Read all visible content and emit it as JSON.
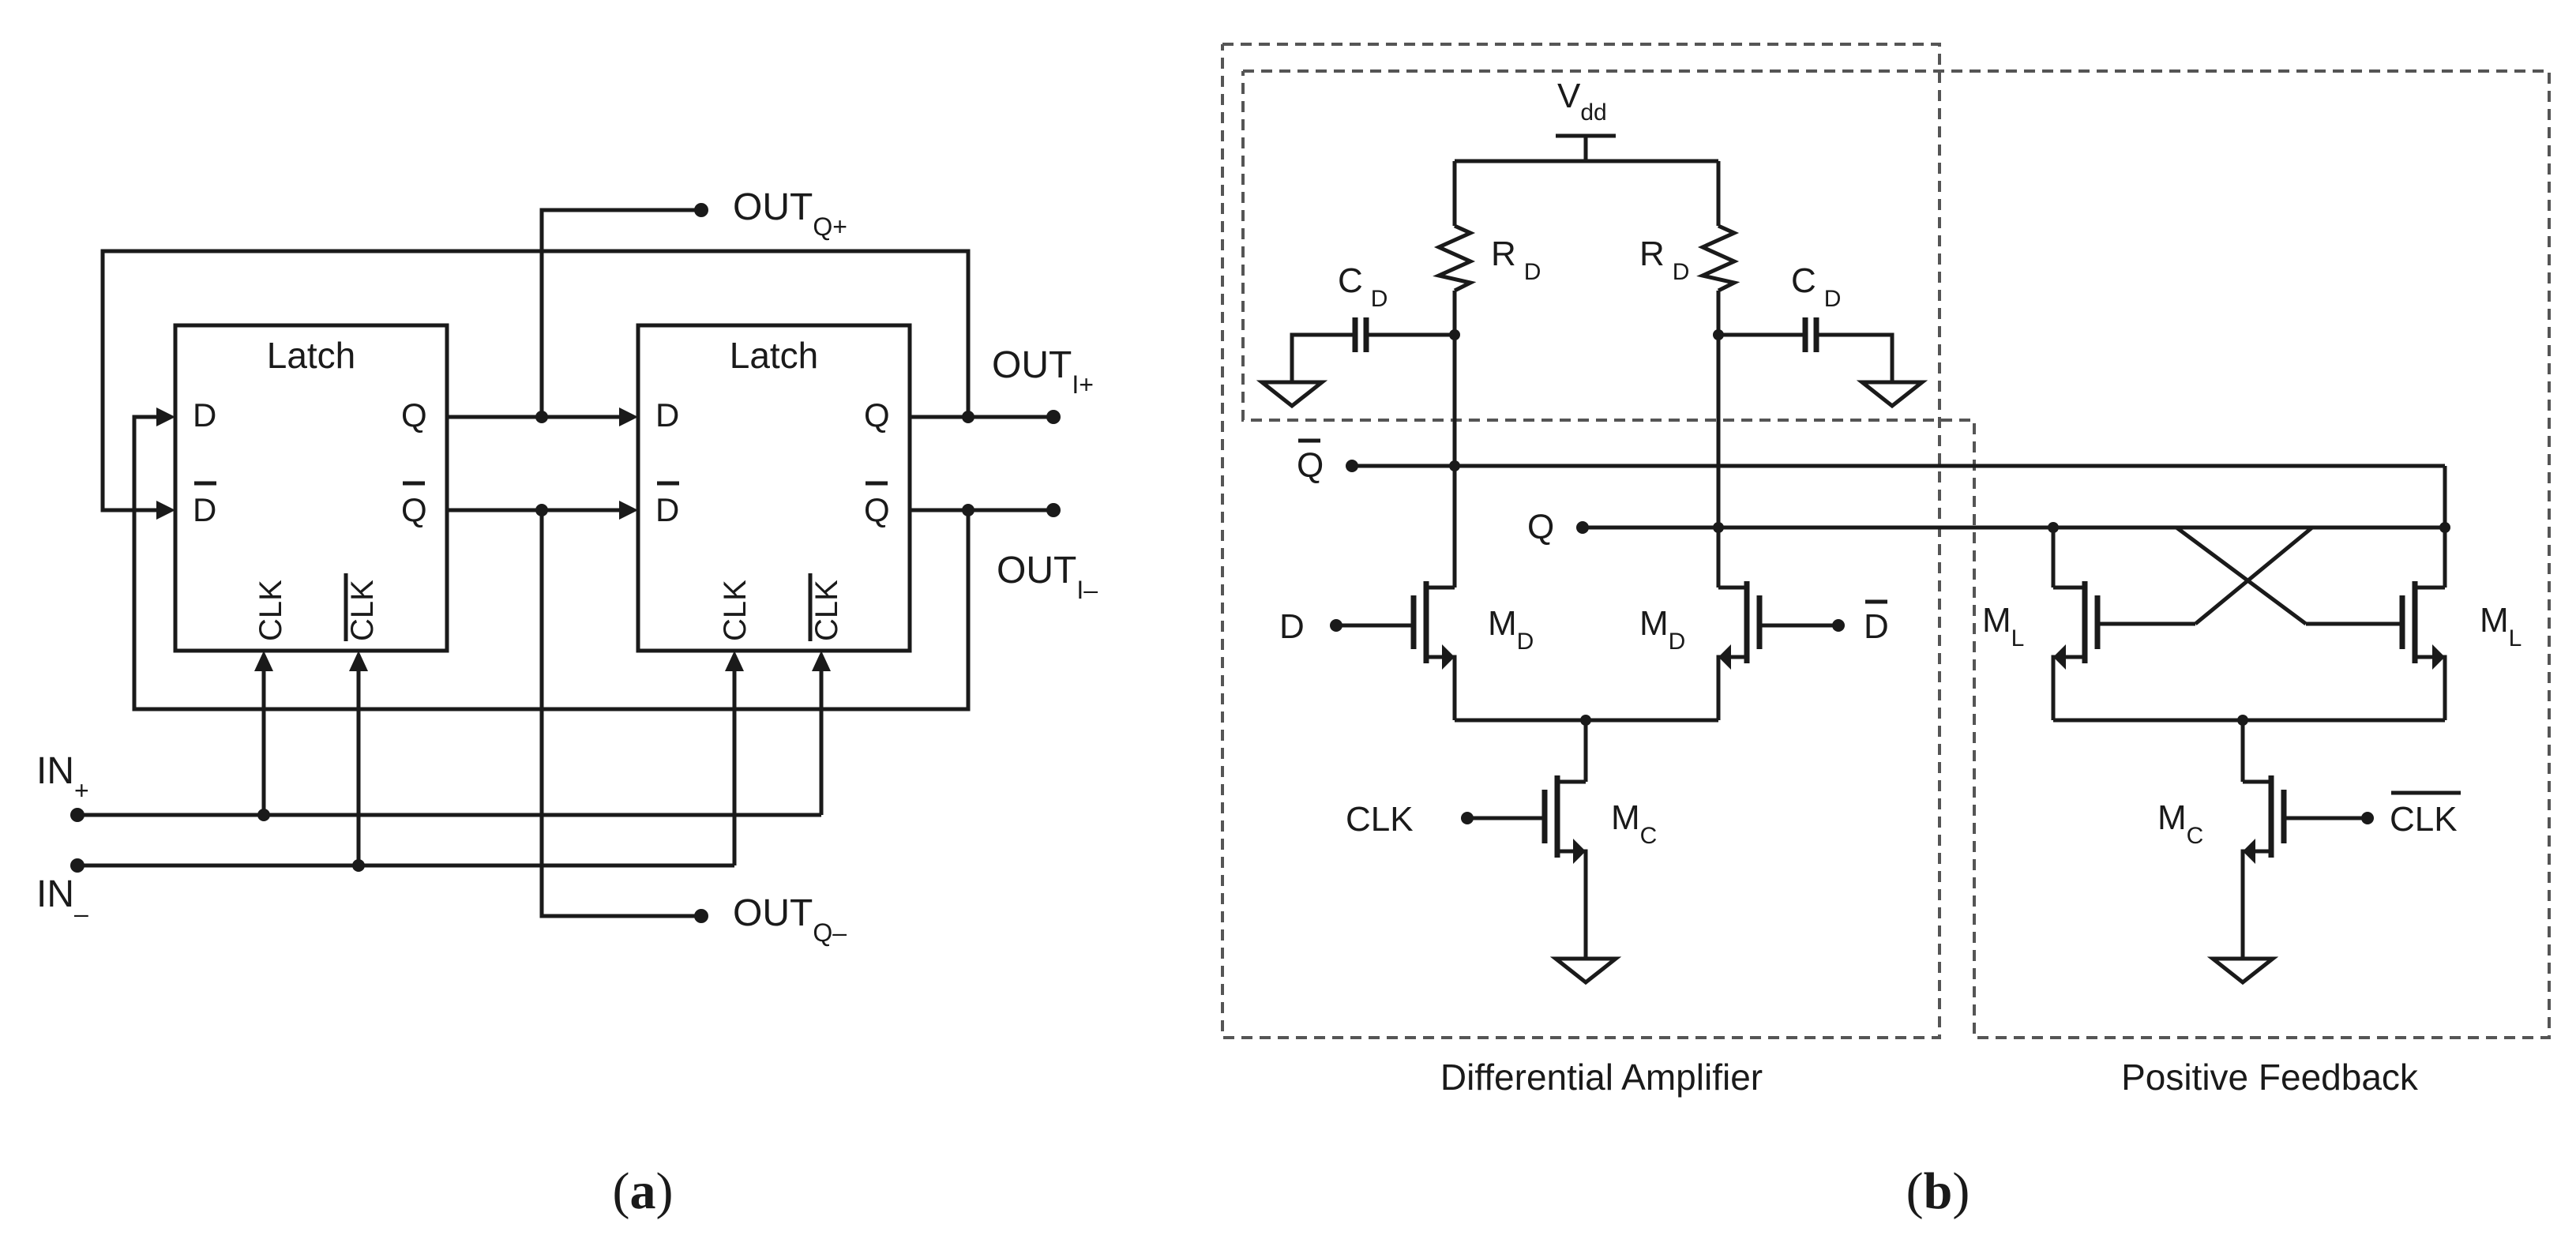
{
  "caption_a": "(a)",
  "caption_a_letter": "a",
  "caption_b_letter": "b",
  "latch_title": "Latch",
  "pin_d": "D",
  "pin_dbar": "D",
  "pin_q": "Q",
  "pin_qbar": "Q",
  "pin_clk": "CLK",
  "out_q_main": "OUT",
  "out_q_plus_sub": "Q+",
  "out_q_minus_sub": "Q–",
  "out_i_plus_sub": "I+",
  "out_i_minus_sub": "I–",
  "in_main": "IN",
  "in_plus_sub": "+",
  "in_minus_sub": "–",
  "vdd_main": "V",
  "vdd_sub": "dd",
  "r_main": "R",
  "r_sub": "D",
  "c_main": "C",
  "c_sub": "D",
  "md_main": "M",
  "md_sub": "D",
  "ml_main": "M",
  "ml_sub": "L",
  "mc_main": "M",
  "mc_sub": "C",
  "sig_q": "Q",
  "sig_qbar": "Q",
  "sig_d": "D",
  "sig_dbar": "D",
  "sig_clk": "CLK",
  "sig_clkbar": "CLK",
  "label_diff_amp": "Differential Amplifier",
  "label_pos_fb": "Positive Feedback",
  "colors": {
    "ink": "#1a1a1a",
    "dashed_box": "#555555",
    "background": "#ffffff"
  }
}
